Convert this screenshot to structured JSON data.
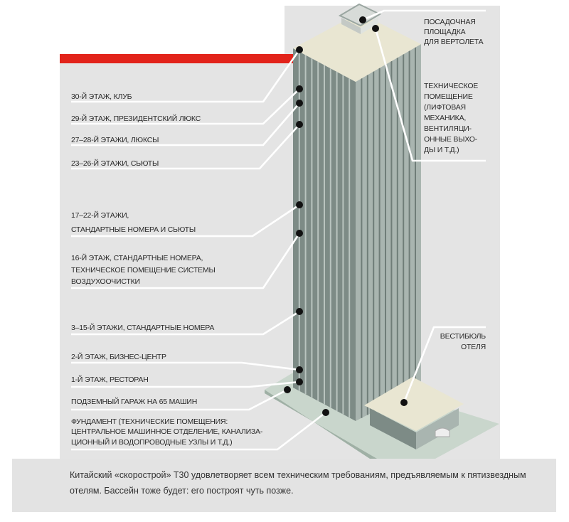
{
  "labels_left": {
    "floor30": [
      "30-Й ЭТАЖ, КЛУБ"
    ],
    "floor29": [
      "29-Й ЭТАЖ, ПРЕЗИДЕНТСКИЙ ЛЮКС"
    ],
    "floor27_28": [
      "27–28-Й ЭТАЖИ, ЛЮКСЫ"
    ],
    "floor23_26": [
      "23–26-Й ЭТАЖИ, СЬЮТЫ"
    ],
    "floor17_22": [
      "17–22-Й ЭТАЖИ,",
      "СТАНДАРТНЫЕ НОМЕРА И СЬЮТЫ"
    ],
    "floor16": [
      "16-Й ЭТАЖ, СТАНДАРТНЫЕ НОМЕРА,",
      "ТЕХНИЧЕСКОЕ ПОМЕЩЕНИЕ СИСТЕМЫ",
      "ВОЗДУХООЧИСТКИ"
    ],
    "floor3_15": [
      "3–15-Й ЭТАЖИ, СТАНДАРТНЫЕ НОМЕРА"
    ],
    "floor2": [
      "2-Й ЭТАЖ, БИЗНЕС-ЦЕНТР"
    ],
    "floor1": [
      "1-Й ЭТАЖ, РЕСТОРАН"
    ],
    "garage": [
      "ПОДЗЕМНЫЙ ГАРАЖ НА 65 МАШИН"
    ],
    "foundation": [
      "ФУНДАМЕНТ (ТЕХНИЧЕСКИЕ ПОМЕЩЕНИЯ:",
      "ЦЕНТРАЛЬНОЕ МАШИННОЕ ОТДЕЛЕНИЕ, КАНАЛИЗА-",
      "ЦИОННЫЙ И ВОДОПРОВОДНЫЕ УЗЛЫ И Т.Д.)"
    ]
  },
  "labels_right": {
    "helipad": [
      "ПОСАДОЧНАЯ",
      "ПЛОЩАДКА",
      "ДЛЯ ВЕРТОЛЕТА"
    ],
    "technical": [
      "ТЕХНИЧЕСКОЕ",
      "ПОМЕЩЕНИЕ",
      "(ЛИФТОВАЯ",
      "МЕХАНИКА,",
      "ВЕНТИЛЯЦИ-",
      "ОННЫЕ ВЫХО-",
      "ДЫ И Т.Д.)"
    ],
    "lobby": [
      "ВЕСТИБЮЛЬ",
      "ОТЕЛЯ"
    ]
  },
  "caption": "Китайский «скорострой» Т30 удовлетворяет всем техническим требованиям, предъявляемым к пятизвездным отелям. Бассейн тоже будет: его построят чуть позже.",
  "colors": {
    "accent": "#e2231a",
    "panel": "#e4e4e4",
    "tower_left": "#7d8b86",
    "tower_right": "#a9b5b0",
    "roof": "#e9e6d2",
    "base": "#c9d6cc"
  }
}
